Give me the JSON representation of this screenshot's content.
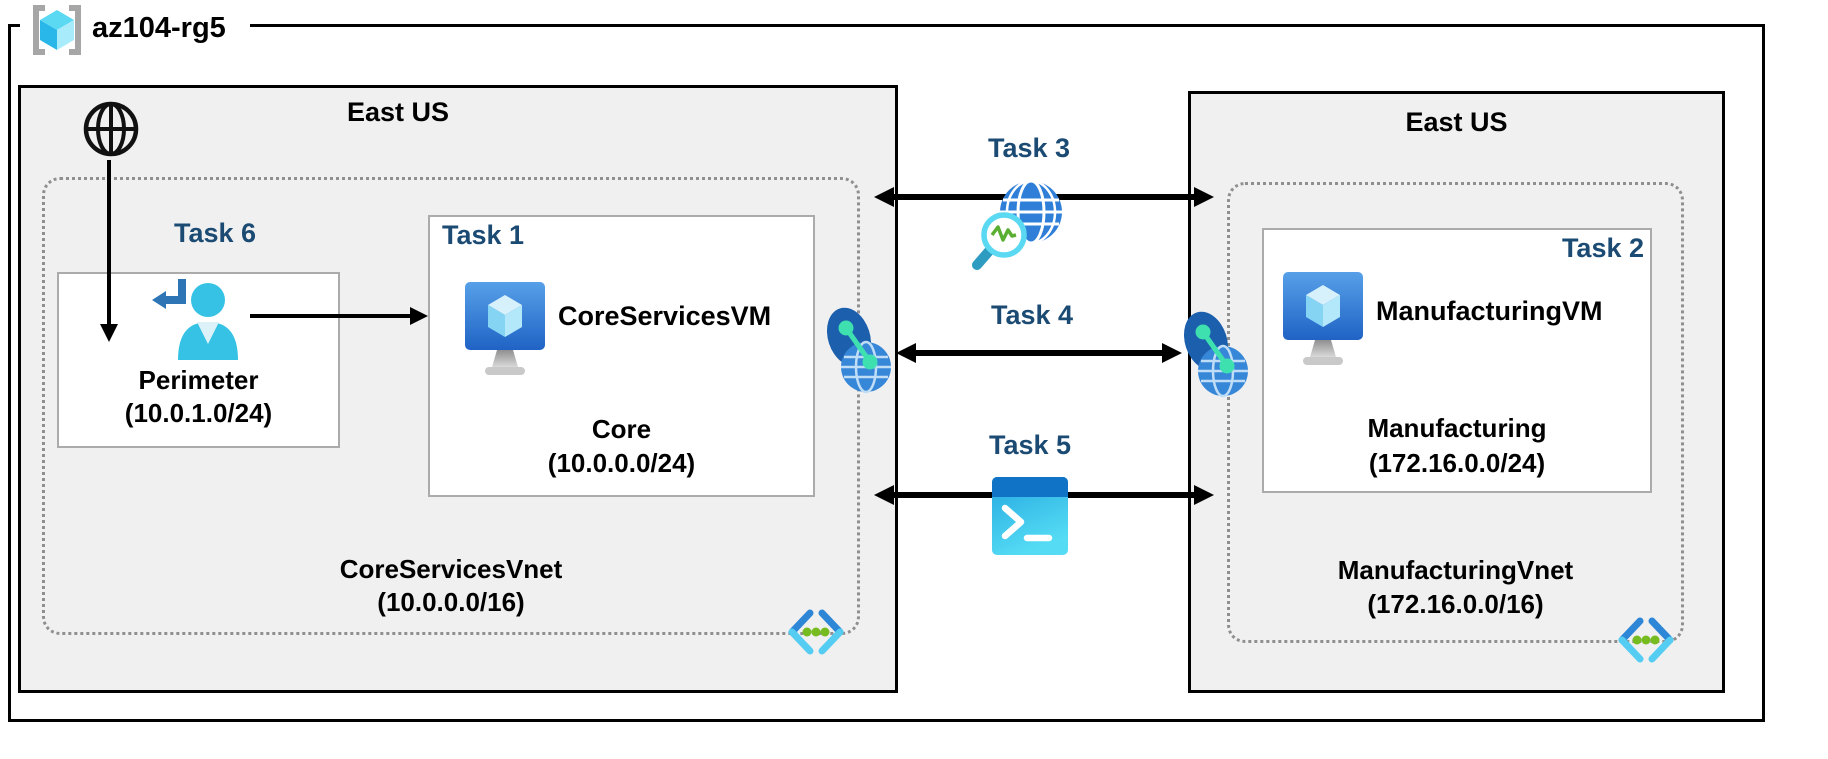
{
  "resource_group": {
    "label": "az104-rg5"
  },
  "regions": {
    "left": {
      "title": "East US",
      "vnet": {
        "name": "CoreServicesVnet",
        "cidr": "(10.0.0.0/16)"
      },
      "subnets": [
        {
          "task": "Task 6",
          "name": "Perimeter",
          "cidr": "(10.0.1.0/24)"
        },
        {
          "task": "Task 1",
          "vm_name": "CoreServicesVM",
          "name": "Core",
          "cidr": "(10.0.0.0/24)"
        }
      ]
    },
    "right": {
      "title": "East US",
      "vnet": {
        "name": "ManufacturingVnet",
        "cidr": "(172.16.0.0/16)"
      },
      "subnets": [
        {
          "task": "Task 2",
          "vm_name": "ManufacturingVM",
          "name": "Manufacturing",
          "cidr": "(172.16.0.0/24)"
        }
      ]
    }
  },
  "connections": [
    {
      "label": "Task 3",
      "icon": "network-watcher-icon"
    },
    {
      "label": "Task 4",
      "icon": "vnet-peering-icon"
    },
    {
      "label": "Task 5",
      "icon": "cloud-shell-icon"
    }
  ],
  "colors": {
    "task_label": "#1b4a73",
    "region_fill": "#f0f0f0",
    "region_border": "#000000",
    "subnet_border": "#ababab",
    "vnet_dotted": "#8f8f8f",
    "arrow": "#000000",
    "azure_blue": "#2f7fd8",
    "cyan": "#55cdf2",
    "teal_dot": "#3fe0b0",
    "green_dot": "#76bc21"
  }
}
